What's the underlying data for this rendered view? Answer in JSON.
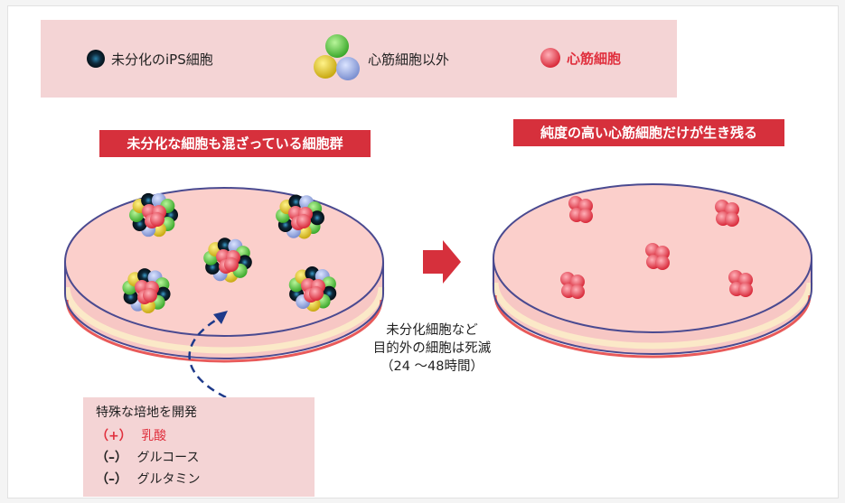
{
  "legend": {
    "undiff_label": "未分化のiPS細胞",
    "non_cardio_label": "心筋細胞以外",
    "cardio_label": "心筋細胞"
  },
  "left_banner": "未分化な細胞も混ざっている細胞群",
  "right_banner": "純度の高い心筋細胞だけが生き残る",
  "note": {
    "line1": "未分化細胞など",
    "line2": "目的外の細胞は死滅",
    "line3": "（24 ～48時間）"
  },
  "medium": {
    "title": "特殊な培地を開発",
    "row1_sign": "（+）",
    "row1_text": "乳酸",
    "row2_sign": "（–）",
    "row2_text": "グルコース",
    "row3_sign": "（–）",
    "row3_text": "グルタミン"
  },
  "colors": {
    "accent_red": "#d6303c",
    "legend_bg": "#f4d4d5",
    "cardiomyocyte": "#e83848",
    "dish_fill": "#fbd0cc",
    "undiff_cell": "#0e2a3c",
    "non_cardio_yellow": "#e8d020",
    "non_cardio_green": "#60d040",
    "non_cardio_blue": "#9bb0e8"
  }
}
